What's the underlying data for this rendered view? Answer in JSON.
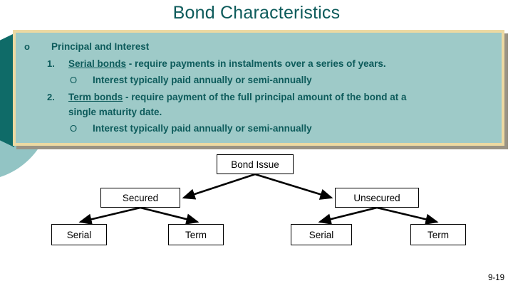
{
  "slide": {
    "title": "Bond Characteristics",
    "page_number": "9-19",
    "colors": {
      "title_text": "#0d5b5b",
      "content_fill": "#9ecac8",
      "content_border": "#ecd9a2",
      "content_shadow": "#9a9384",
      "ornament_dark_teal": "#0f6b68",
      "ornament_light_teal": "#92c4c4",
      "diagram_line": "#000000",
      "node_fill": "#ffffff"
    }
  },
  "content": {
    "items": [
      {
        "level": 1,
        "marker": "o",
        "text": "Principal and Interest",
        "underlined": ""
      },
      {
        "level": 2,
        "marker": "1.",
        "underlined": "Serial bonds",
        "text": " -  require payments in instalments over a series of years."
      },
      {
        "level": 3,
        "marker": "O",
        "underlined": "",
        "text": "Interest typically paid annually or semi-annually"
      },
      {
        "level": 2,
        "marker": "2.",
        "underlined": "Term bonds",
        "text": " - require payment of the full principal amount of the bond at a"
      },
      {
        "level": 0,
        "marker": "",
        "underlined": "",
        "text": "single maturity date."
      },
      {
        "level": 3,
        "marker": "O",
        "underlined": "",
        "text": "Interest typically paid annually or semi-annually"
      }
    ]
  },
  "diagram": {
    "type": "tree",
    "root": "Bond Issue",
    "nodes": {
      "bond_issue": "Bond Issue",
      "secured": "Secured",
      "unsecured": "Unsecured",
      "secured_serial": "Serial",
      "secured_term": "Term",
      "unsecured_serial": "Serial",
      "unsecured_term": "Term"
    },
    "edges": [
      {
        "from": "Bond Issue",
        "to": "Secured",
        "arrow": true
      },
      {
        "from": "Bond Issue",
        "to": "Unsecured",
        "arrow": true
      },
      {
        "from": "Secured",
        "to": "Serial",
        "arrow": true
      },
      {
        "from": "Secured",
        "to": "Term",
        "arrow": true
      },
      {
        "from": "Unsecured",
        "to": "Serial",
        "arrow": true
      },
      {
        "from": "Unsecured",
        "to": "Term",
        "arrow": true
      }
    ]
  }
}
